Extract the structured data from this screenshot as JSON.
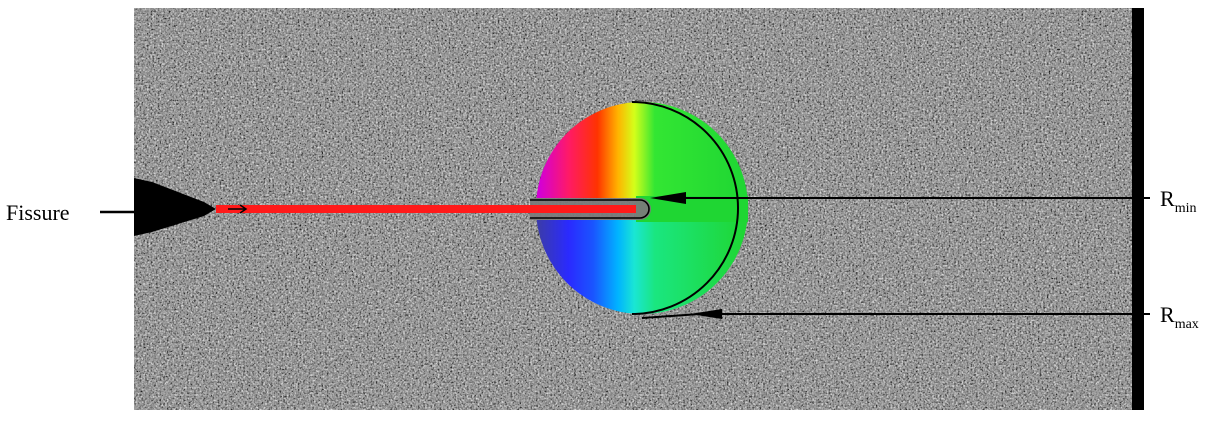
{
  "labels": {
    "fissure": "Fissure",
    "r_min_base": "R",
    "r_min_sub": "min",
    "r_max_base": "R",
    "r_max_sub": "max"
  },
  "colors": {
    "crack_line": "#ff1a1a",
    "speckle_dark": "#2b2b2b",
    "annotation": "#000000"
  }
}
